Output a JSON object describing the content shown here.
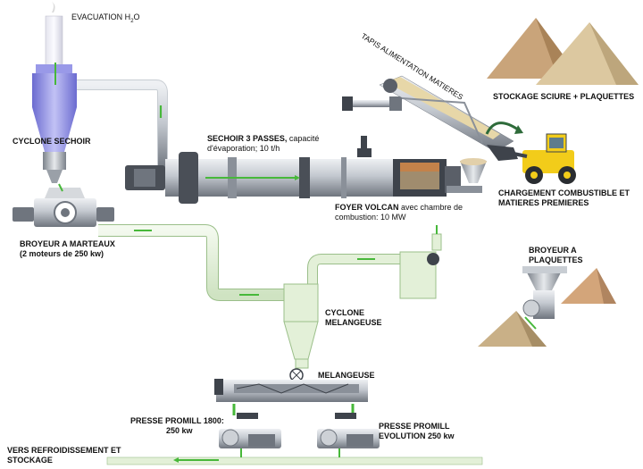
{
  "labels": {
    "evacuation": "EVACUATION H",
    "evacuation_sub": "2",
    "evacuation_end": "O",
    "cyclone_sechoir": "CYCLONE SECHOIR",
    "sechoir_line1_bold": "SECHOIR 3 PASSES,",
    "sechoir_line1_rest": " capacité",
    "sechoir_line2": "d'évaporation; 10 t/h",
    "tapis": "TAPIS ALIMENTATION MATIERES",
    "stockage": "STOCKAGE SCIURE + PLAQUETTES",
    "foyer_line1_bold": "FOYER VOLCAN",
    "foyer_line1_rest": " avec chambre de",
    "foyer_line2": "combustion: 10 MW",
    "chargement_line1": "CHARGEMENT COMBUSTIBLE ET",
    "chargement_line2": "MATIERES PREMIERES",
    "broyeur_marteaux_line1": "BROYEUR A MARTEAUX",
    "broyeur_marteaux_line2": "(2 moteurs de 250 kw)",
    "broyeur_plaquettes_line1": "BROYEUR A",
    "broyeur_plaquettes_line2": "PLAQUETTES",
    "cyclone_melangeuse_line1": "CYCLONE",
    "cyclone_melangeuse_line2": "MELANGEUSE",
    "melangeuse": "MELANGEUSE",
    "presse1800_line1": "PRESSE PROMILL 1800:",
    "presse1800_line2": "250 kw",
    "presse_evo_line1": "PRESSE PROMILL",
    "presse_evo_line2": "EVOLUTION 250 kw",
    "refroidissement_line1": "VERS REFROIDISSEMENT ET",
    "refroidissement_line2": "STOCKAGE"
  },
  "colors": {
    "duct": "#e3f0d8",
    "duct_edge": "#9bbf8a",
    "flow_arrow": "#47b83a",
    "metal": "#b9bec6",
    "metal_dark": "#3e434b",
    "cyclone_top": "#8f8fe6",
    "wood": "#c9a47a",
    "sawdust": "#d9c49a",
    "loader": "#f2cc1a"
  },
  "icons": [
    "cyclone-icon",
    "rotary-dryer-icon",
    "furnace-icon",
    "conveyor-icon",
    "wheel-loader-icon",
    "hammer-mill-icon",
    "chipper-icon",
    "mixer-icon",
    "pellet-press-icon",
    "wood-pile-icon",
    "flow-arrow-icon"
  ]
}
